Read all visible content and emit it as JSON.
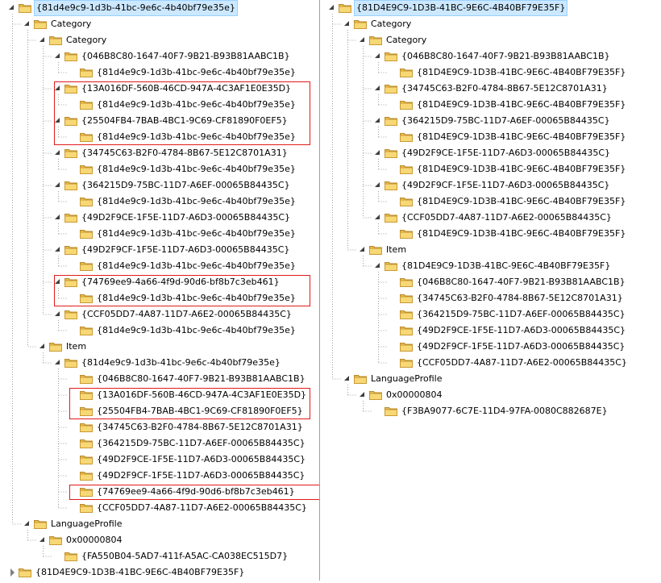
{
  "left": {
    "nodes": [
      {
        "label": "{81d4e9c9-1d3b-41bc-9e6c-4b40bf79e35e}",
        "depth": 0,
        "arrow": "open",
        "selected": true
      },
      {
        "label": "Category",
        "depth": 1,
        "arrow": "open"
      },
      {
        "label": "Category",
        "depth": 2,
        "arrow": "open"
      },
      {
        "label": "{046B8C80-1647-40F7-9B21-B93B81AABC1B}",
        "depth": 3,
        "arrow": "open"
      },
      {
        "label": "{81d4e9c9-1d3b-41bc-9e6c-4b40bf79e35e}",
        "depth": 4,
        "arrow": "none"
      },
      {
        "label": "{13A016DF-560B-46CD-947A-4C3AF1E0E35D}",
        "depth": 3,
        "arrow": "open"
      },
      {
        "label": "{81d4e9c9-1d3b-41bc-9e6c-4b40bf79e35e}",
        "depth": 4,
        "arrow": "none"
      },
      {
        "label": "{25504FB4-7BAB-4BC1-9C69-CF81890F0EF5}",
        "depth": 3,
        "arrow": "open"
      },
      {
        "label": "{81d4e9c9-1d3b-41bc-9e6c-4b40bf79e35e}",
        "depth": 4,
        "arrow": "none"
      },
      {
        "label": "{34745C63-B2F0-4784-8B67-5E12C8701A31}",
        "depth": 3,
        "arrow": "open"
      },
      {
        "label": "{81d4e9c9-1d3b-41bc-9e6c-4b40bf79e35e}",
        "depth": 4,
        "arrow": "none"
      },
      {
        "label": "{364215D9-75BC-11D7-A6EF-00065B84435C}",
        "depth": 3,
        "arrow": "open"
      },
      {
        "label": "{81d4e9c9-1d3b-41bc-9e6c-4b40bf79e35e}",
        "depth": 4,
        "arrow": "none"
      },
      {
        "label": "{49D2F9CE-1F5E-11D7-A6D3-00065B84435C}",
        "depth": 3,
        "arrow": "open"
      },
      {
        "label": "{81d4e9c9-1d3b-41bc-9e6c-4b40bf79e35e}",
        "depth": 4,
        "arrow": "none"
      },
      {
        "label": "{49D2F9CF-1F5E-11D7-A6D3-00065B84435C}",
        "depth": 3,
        "arrow": "open"
      },
      {
        "label": "{81d4e9c9-1d3b-41bc-9e6c-4b40bf79e35e}",
        "depth": 4,
        "arrow": "none"
      },
      {
        "label": "{74769ee9-4a66-4f9d-90d6-bf8b7c3eb461}",
        "depth": 3,
        "arrow": "open"
      },
      {
        "label": "{81d4e9c9-1d3b-41bc-9e6c-4b40bf79e35e}",
        "depth": 4,
        "arrow": "none"
      },
      {
        "label": "{CCF05DD7-4A87-11D7-A6E2-00065B84435C}",
        "depth": 3,
        "arrow": "open"
      },
      {
        "label": "{81d4e9c9-1d3b-41bc-9e6c-4b40bf79e35e}",
        "depth": 4,
        "arrow": "none"
      },
      {
        "label": "Item",
        "depth": 2,
        "arrow": "open"
      },
      {
        "label": "{81d4e9c9-1d3b-41bc-9e6c-4b40bf79e35e}",
        "depth": 3,
        "arrow": "open"
      },
      {
        "label": "{046B8C80-1647-40F7-9B21-B93B81AABC1B}",
        "depth": 4,
        "arrow": "none"
      },
      {
        "label": "{13A016DF-560B-46CD-947A-4C3AF1E0E35D}",
        "depth": 4,
        "arrow": "none"
      },
      {
        "label": "{25504FB4-7BAB-4BC1-9C69-CF81890F0EF5}",
        "depth": 4,
        "arrow": "none"
      },
      {
        "label": "{34745C63-B2F0-4784-8B67-5E12C8701A31}",
        "depth": 4,
        "arrow": "none"
      },
      {
        "label": "{364215D9-75BC-11D7-A6EF-00065B84435C}",
        "depth": 4,
        "arrow": "none"
      },
      {
        "label": "{49D2F9CE-1F5E-11D7-A6D3-00065B84435C}",
        "depth": 4,
        "arrow": "none"
      },
      {
        "label": "{49D2F9CF-1F5E-11D7-A6D3-00065B84435C}",
        "depth": 4,
        "arrow": "none"
      },
      {
        "label": "{74769ee9-4a66-4f9d-90d6-bf8b7c3eb461}",
        "depth": 4,
        "arrow": "none"
      },
      {
        "label": "{CCF05DD7-4A87-11D7-A6E2-00065B84435C}",
        "depth": 4,
        "arrow": "none"
      },
      {
        "label": "LanguageProfile",
        "depth": 1,
        "arrow": "open"
      },
      {
        "label": "0x00000804",
        "depth": 2,
        "arrow": "open"
      },
      {
        "label": "{FA550B04-5AD7-411f-A5AC-CA038EC515D7}",
        "depth": 3,
        "arrow": "none"
      },
      {
        "label": "{81D4E9C9-1D3B-41BC-9E6C-4B40BF79E35F}",
        "depth": 0,
        "arrow": "closed"
      }
    ],
    "highlight_groups": [
      [
        5,
        8
      ],
      [
        17,
        18
      ],
      [
        24,
        25
      ],
      [
        30,
        30
      ]
    ]
  },
  "right": {
    "nodes": [
      {
        "label": "{81D4E9C9-1D3B-41BC-9E6C-4B40BF79E35F}",
        "depth": 0,
        "arrow": "open",
        "selected": true
      },
      {
        "label": "Category",
        "depth": 1,
        "arrow": "open"
      },
      {
        "label": "Category",
        "depth": 2,
        "arrow": "open"
      },
      {
        "label": "{046B8C80-1647-40F7-9B21-B93B81AABC1B}",
        "depth": 3,
        "arrow": "open"
      },
      {
        "label": "{81D4E9C9-1D3B-41BC-9E6C-4B40BF79E35F}",
        "depth": 4,
        "arrow": "none"
      },
      {
        "label": "{34745C63-B2F0-4784-8B67-5E12C8701A31}",
        "depth": 3,
        "arrow": "open"
      },
      {
        "label": "{81D4E9C9-1D3B-41BC-9E6C-4B40BF79E35F}",
        "depth": 4,
        "arrow": "none"
      },
      {
        "label": "{364215D9-75BC-11D7-A6EF-00065B84435C}",
        "depth": 3,
        "arrow": "open"
      },
      {
        "label": "{81D4E9C9-1D3B-41BC-9E6C-4B40BF79E35F}",
        "depth": 4,
        "arrow": "none"
      },
      {
        "label": "{49D2F9CE-1F5E-11D7-A6D3-00065B84435C}",
        "depth": 3,
        "arrow": "open"
      },
      {
        "label": "{81D4E9C9-1D3B-41BC-9E6C-4B40BF79E35F}",
        "depth": 4,
        "arrow": "none"
      },
      {
        "label": "{49D2F9CF-1F5E-11D7-A6D3-00065B84435C}",
        "depth": 3,
        "arrow": "open"
      },
      {
        "label": "{81D4E9C9-1D3B-41BC-9E6C-4B40BF79E35F}",
        "depth": 4,
        "arrow": "none"
      },
      {
        "label": "{CCF05DD7-4A87-11D7-A6E2-00065B84435C}",
        "depth": 3,
        "arrow": "open"
      },
      {
        "label": "{81D4E9C9-1D3B-41BC-9E6C-4B40BF79E35F}",
        "depth": 4,
        "arrow": "none"
      },
      {
        "label": "Item",
        "depth": 2,
        "arrow": "open"
      },
      {
        "label": "{81D4E9C9-1D3B-41BC-9E6C-4B40BF79E35F}",
        "depth": 3,
        "arrow": "open"
      },
      {
        "label": "{046B8C80-1647-40F7-9B21-B93B81AABC1B}",
        "depth": 4,
        "arrow": "none"
      },
      {
        "label": "{34745C63-B2F0-4784-8B67-5E12C8701A31}",
        "depth": 4,
        "arrow": "none"
      },
      {
        "label": "{364215D9-75BC-11D7-A6EF-00065B84435C}",
        "depth": 4,
        "arrow": "none"
      },
      {
        "label": "{49D2F9CE-1F5E-11D7-A6D3-00065B84435C}",
        "depth": 4,
        "arrow": "none"
      },
      {
        "label": "{49D2F9CF-1F5E-11D7-A6D3-00065B84435C}",
        "depth": 4,
        "arrow": "none"
      },
      {
        "label": "{CCF05DD7-4A87-11D7-A6E2-00065B84435C}",
        "depth": 4,
        "arrow": "none"
      },
      {
        "label": "LanguageProfile",
        "depth": 1,
        "arrow": "open"
      },
      {
        "label": "0x00000804",
        "depth": 2,
        "arrow": "open"
      },
      {
        "label": "{F3BA9077-6C7E-11D4-97FA-0080C882687E}",
        "depth": 3,
        "arrow": "none"
      }
    ],
    "highlight_groups": []
  },
  "colors": {
    "highlight": "#e11a1a",
    "selection": "#cce8ff",
    "folder": "#f5d36b"
  },
  "icons": {
    "folder": "folder-icon",
    "expanded": "expanded-arrow-icon",
    "collapsed": "collapsed-arrow-icon"
  }
}
